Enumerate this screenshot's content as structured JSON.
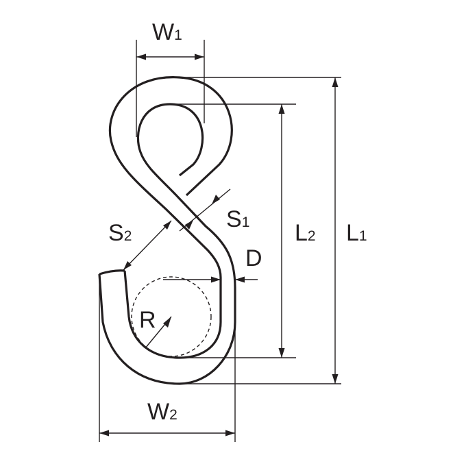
{
  "figure": {
    "labels": {
      "w1": {
        "main": "W",
        "sub": "1"
      },
      "w2": {
        "main": "W",
        "sub": "2"
      },
      "l1": {
        "main": "L",
        "sub": "1"
      },
      "l2": {
        "main": "L",
        "sub": "2"
      },
      "s1": {
        "main": "S",
        "sub": "1"
      },
      "s2": {
        "main": "S",
        "sub": "2"
      },
      "d": {
        "main": "D"
      },
      "r": {
        "main": "R"
      }
    },
    "colors": {
      "line": "#231f20",
      "background": "#ffffff"
    }
  }
}
